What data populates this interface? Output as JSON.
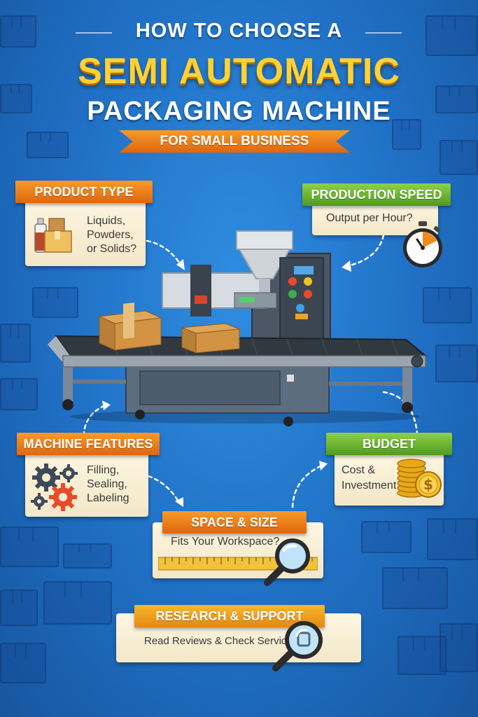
{
  "title": {
    "line1": "HOW TO CHOOSE A",
    "line2": "SEMI AUTOMATIC",
    "line3": "PACKAGING MACHINE",
    "subtitle": "FOR SMALL BUSINESS"
  },
  "sections": {
    "product_type": {
      "label": "PRODUCT TYPE",
      "lines": [
        "Liquids,",
        "Powders,",
        "or Solids?"
      ]
    },
    "production_speed": {
      "label": "PRODUCTION SPEED",
      "text": "Output per Hour?"
    },
    "machine_features": {
      "label": "MACHINE FEATURES",
      "lines": [
        "Filling,",
        "Sealing,",
        "Labeling"
      ]
    },
    "budget": {
      "label": "BUDGET",
      "lines": [
        "Cost &",
        "Investment"
      ]
    },
    "space_size": {
      "label": "SPACE & SIZE",
      "text": "Fits Your Workspace?"
    },
    "research_support": {
      "label": "RESEARCH & SUPPORT",
      "text": "Read Reviews & Check Service"
    }
  },
  "colors": {
    "background": "#2270c4",
    "title_yellow": "#ffd233",
    "orange": "#e8761a",
    "green": "#5ea826",
    "card": "#f8eed3"
  },
  "icons": [
    "product-bottle-box-icon",
    "stopwatch-icon",
    "gears-icon",
    "coins-icon",
    "measuring-tape-icon",
    "magnifier-icon"
  ]
}
